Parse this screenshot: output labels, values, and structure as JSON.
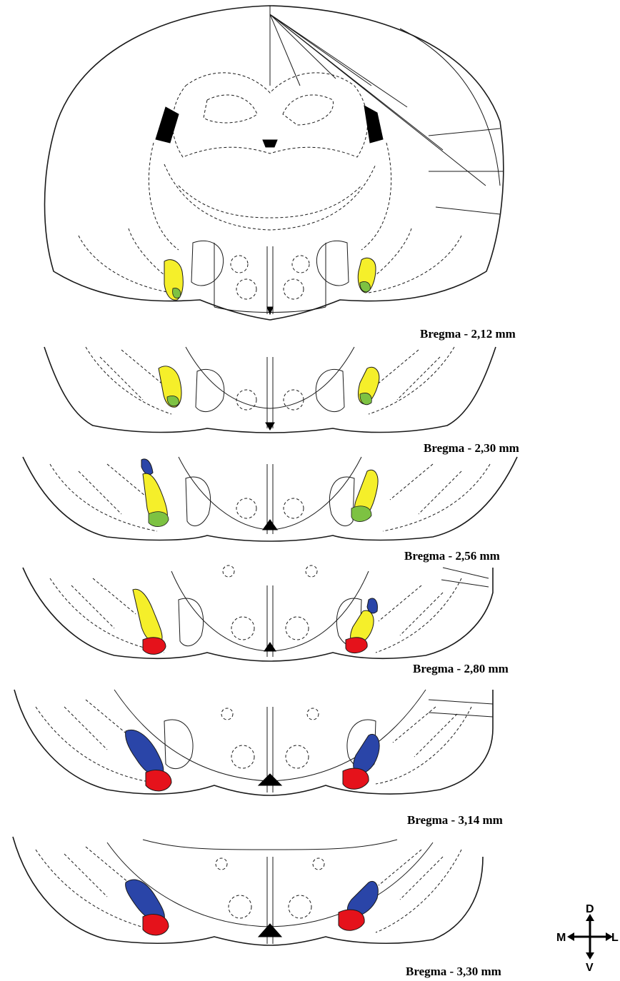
{
  "colors": {
    "yellow": "#f5ef2a",
    "green": "#7dc242",
    "blue": "#2a45a8",
    "red": "#e5121b",
    "line": "#1a1a1a"
  },
  "sections": [
    {
      "label": "Bregma - 2,12 mm",
      "regions": [
        "yellow",
        "green"
      ]
    },
    {
      "label": "Bregma - 2,30 mm",
      "regions": [
        "yellow",
        "green"
      ]
    },
    {
      "label": "Bregma - 2,56 mm",
      "regions": [
        "blue",
        "yellow",
        "green"
      ]
    },
    {
      "label": "Bregma - 2,80 mm",
      "regions": [
        "blue",
        "yellow",
        "red"
      ]
    },
    {
      "label": "Bregma - 3,14 mm",
      "regions": [
        "blue",
        "red"
      ]
    },
    {
      "label": "Bregma - 3,30 mm",
      "regions": [
        "blue",
        "red"
      ]
    }
  ],
  "orientation": {
    "dorsal": "D",
    "ventral": "V",
    "medial": "M",
    "lateral": "L",
    "icon": "orientation-cross-icon"
  }
}
